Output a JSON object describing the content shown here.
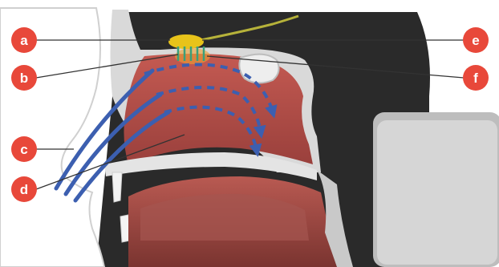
{
  "labels": [
    "a",
    "b",
    "c",
    "d",
    "e",
    "f"
  ],
  "colors": {
    "badge": "#e8483a",
    "leader_line": "#333333",
    "airflow": "#3c5fb0",
    "tissue": "#b8524c",
    "tissue_dark": "#8a3a36",
    "bone": "#d9d9d9",
    "background_dark": "#2a2a2a",
    "olfactory_bulb": "#e8c31a",
    "olfactory_nerve": "#b6b23a",
    "olfactory_receptor": "#3aa07a"
  }
}
